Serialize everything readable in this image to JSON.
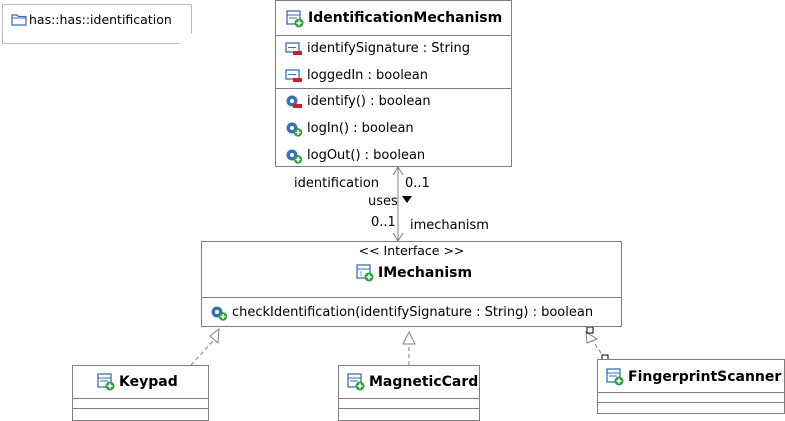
{
  "package": {
    "label": "has::has::identification"
  },
  "identification_mechanism": {
    "name": "IdentificationMechanism",
    "attributes": [
      {
        "label": "identifySignature : String"
      },
      {
        "label": "loggedIn : boolean"
      }
    ],
    "operations": [
      {
        "label": "identify() : boolean"
      },
      {
        "label": "logIn() : boolean"
      },
      {
        "label": "logOut() : boolean"
      }
    ]
  },
  "imechanism": {
    "stereotype": "<< Interface >>",
    "name": "IMechanism",
    "operations": [
      {
        "label": "checkIdentification(identifySignature : String) : boolean"
      }
    ]
  },
  "keypad": {
    "name": "Keypad"
  },
  "magnetic_card": {
    "name": "MagneticCard"
  },
  "fingerprint_scanner": {
    "name": "FingerprintScanner"
  },
  "association": {
    "role_source": "identification",
    "name": "uses",
    "mult_source": "0..1",
    "mult_target": "0..1",
    "role_target": "imechanism"
  },
  "colors": {
    "border": "#7f7f7f",
    "line": "#808080",
    "icon_blue": "#3a6fb5",
    "icon_green": "#2e9e3e",
    "icon_red": "#c8202a"
  }
}
